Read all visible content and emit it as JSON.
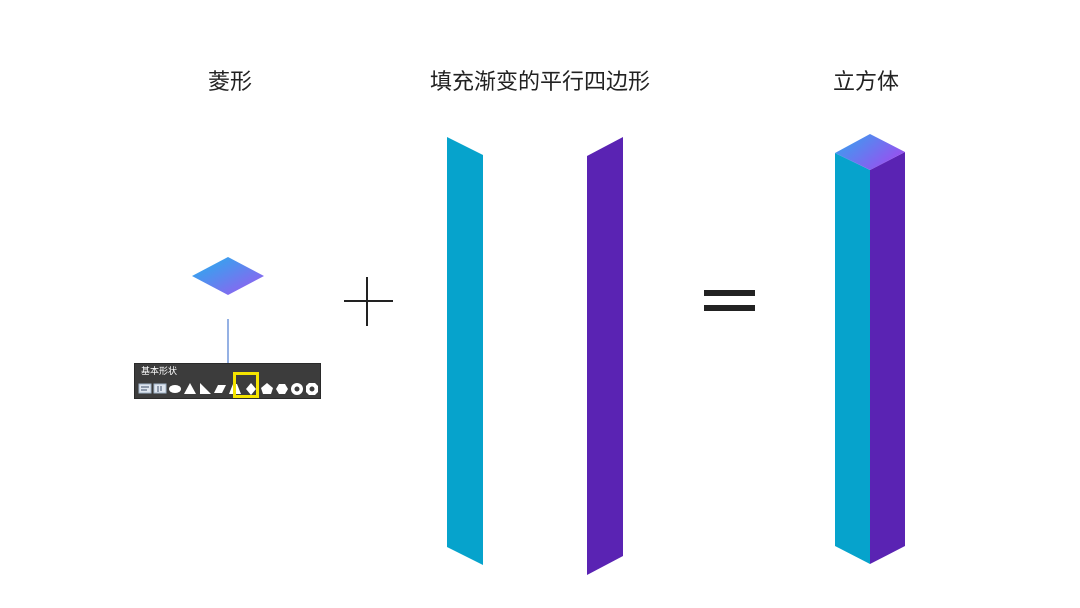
{
  "titles": {
    "rhombus": "菱形",
    "gradient_parallelogram": "填充渐变的平行四边形",
    "cube": "立方体"
  },
  "toolbar": {
    "label": "基本形状",
    "icons": [
      "textbox-icon",
      "vertical-textbox-icon",
      "oval-icon",
      "triangle-icon",
      "right-triangle-icon",
      "parallelogram-icon",
      "trapezoid-icon",
      "diamond-icon",
      "pentagon-icon",
      "hexagon-icon",
      "heptagon-icon",
      "octagon-icon"
    ],
    "selected_icon": "diamond-icon"
  },
  "operators": {
    "plus": "+",
    "equals": "="
  },
  "colors": {
    "cyan": "#06a3cc",
    "purple": "#5a23b3",
    "gradient_start": "#1fb3ee",
    "gradient_end": "#a056f0",
    "highlight": "#f5e400",
    "toolbar_bg": "#3c3c3c"
  }
}
